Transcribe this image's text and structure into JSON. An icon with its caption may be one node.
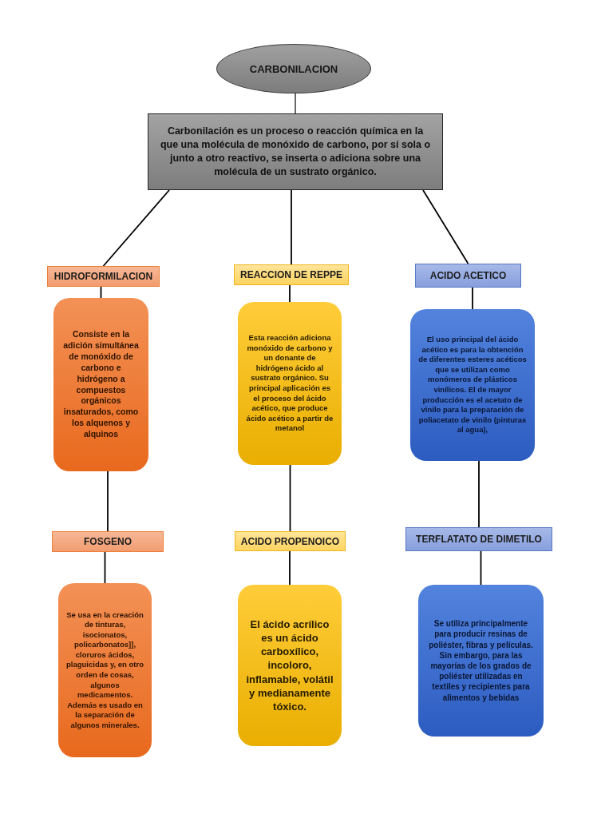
{
  "diagram": {
    "nodes": [
      {
        "text": [
          "CARBONILACION"
        ]
      },
      {
        "text": [
          "Carbonilación es un proceso o reacción química en la que una molécula de monóxido de carbono, por sí sola o junto a otro reactivo, se inserta o adiciona sobre una molécula de un sustrato orgánico."
        ]
      },
      {
        "text": [
          "HIDROFORMILACION"
        ]
      },
      {
        "text": [
          "REACCION DE REPPE"
        ]
      },
      {
        "text": [
          "ACIDO ACETICO"
        ]
      },
      {
        "text": [
          "Consiste en la adición simultánea de monóxido de carbono e hidrógeno a compuestos orgánicos insaturados, como los alquenos y alquinos"
        ]
      },
      {
        "text": [
          "Esta reacción adiciona monóxido de carbono y un donante de hidrógeno ácido al sustrato orgánico. Su principal aplicación es el proceso del ácido acético, que produce ácido acético a partir de metanol"
        ]
      },
      {
        "text": [
          "El uso principal del ácido acético es para la obtención de diferentes esteres acéticos que se utilizan como monómeros de plásticos vinílicos. El de mayor producción es el acetato de vinilo para la preparación de poliacetato de vinilo (pinturas al agua),"
        ]
      },
      {
        "text": [
          "FOSGENO"
        ]
      },
      {
        "text": [
          "ACIDO PROPENOICO"
        ]
      },
      {
        "text": [
          "TERFLATATO DE DIMETILO"
        ]
      },
      {
        "text": [
          "Se usa en la creación de tinturas, isocionatos, policarbonatos]], cloruros ácidos, plaguicidas y, en otro orden de cosas, algunos medicamentos. Además es usado en la separación de algunos minerales."
        ]
      },
      {
        "text": [
          "El ácido acrílico es un ácido carboxílico, incoloro, inflamable, volátil y medianamente tóxico."
        ]
      },
      {
        "text": [
          "Se utiliza principalmente para producir resinas de poliéster, fibras y películas. Sin embargo, para las mayorías de los grados de poliéster utilizadas en textiles y recipientes para alimentos y bebidas"
        ]
      }
    ],
    "edges": [
      {
        "from": 0,
        "to": 1,
        "arrow": "none",
        "color": "#595959"
      },
      {
        "from": 1,
        "to": 2,
        "arrow": "none"
      },
      {
        "from": 1,
        "to": 3,
        "arrow": "none"
      },
      {
        "from": 1,
        "to": 4,
        "arrow": "none"
      },
      {
        "from": 2,
        "to": 5,
        "arrow": "none"
      },
      {
        "from": 3,
        "to": 6,
        "arrow": "none"
      },
      {
        "from": 4,
        "to": 7,
        "arrow": "none"
      },
      {
        "from": 5,
        "to": 8,
        "arrow": "none"
      },
      {
        "from": 6,
        "to": 9,
        "arrow": "none"
      },
      {
        "from": 7,
        "to": 10,
        "arrow": "none"
      },
      {
        "from": 8,
        "to": 11,
        "arrow": "none"
      },
      {
        "from": 9,
        "to": 12,
        "arrow": "none"
      },
      {
        "from": 10,
        "to": 13,
        "arrow": "none"
      }
    ]
  }
}
